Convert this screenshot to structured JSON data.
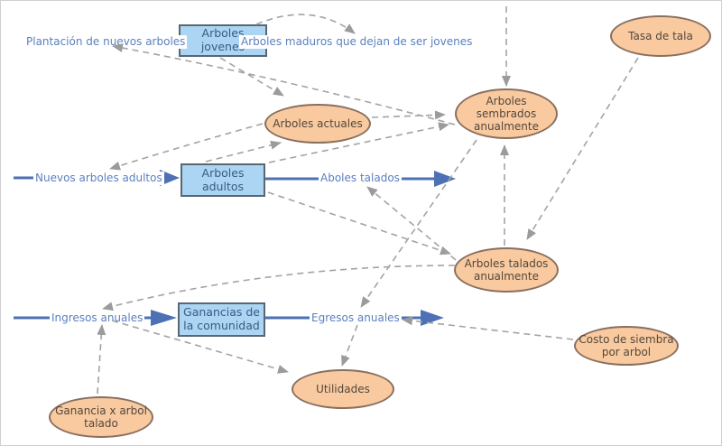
{
  "diagram": {
    "type": "stock-and-flow system dynamics model",
    "topic": "Forestry / community tree economy"
  },
  "stocks": [
    {
      "id": "arboles-jovenes",
      "label": "Arboles\njovenes"
    },
    {
      "id": "arboles-adultos",
      "label": "Arboles\nadultos"
    },
    {
      "id": "ganancias-comunidad",
      "label": "Ganancias de\nla comunidad"
    }
  ],
  "auxiliaries": [
    {
      "id": "arboles-actuales",
      "label": "Arboles actuales"
    },
    {
      "id": "arboles-sembrados",
      "label": "Arboles\nsembrados\nanualmente"
    },
    {
      "id": "tasa-de-tala",
      "label": "Tasa de tala"
    },
    {
      "id": "arboles-talados",
      "label": "Arboles talados\nanualmente"
    },
    {
      "id": "utilidades",
      "label": "Utilidades"
    },
    {
      "id": "costo-siembra",
      "label": "Costo de siembra\npor arbol"
    },
    {
      "id": "ganancia-por-arbol",
      "label": "Ganancia x arbol\ntalado"
    }
  ],
  "flows": [
    {
      "id": "plantacion",
      "label": "Plantación de nuevos arboles"
    },
    {
      "id": "maduros",
      "label": "Arboles maduros que dejan de ser jovenes"
    },
    {
      "id": "nuevos-adultos",
      "label": "Nuevos arboles adultos"
    },
    {
      "id": "aboles-talados",
      "label": "Aboles talados"
    },
    {
      "id": "ingresos",
      "label": "Ingresos anuales"
    },
    {
      "id": "egresos",
      "label": "Egresos anuales"
    }
  ],
  "colors": {
    "stock_fill": "#abd5f2",
    "stock_border": "#5a6672",
    "aux_fill": "#f9caa0",
    "aux_border": "#8a6f5e",
    "flow_pipe": "#4d71b4",
    "flow_text": "#5b80c0",
    "connector": "#a3a3a3"
  }
}
